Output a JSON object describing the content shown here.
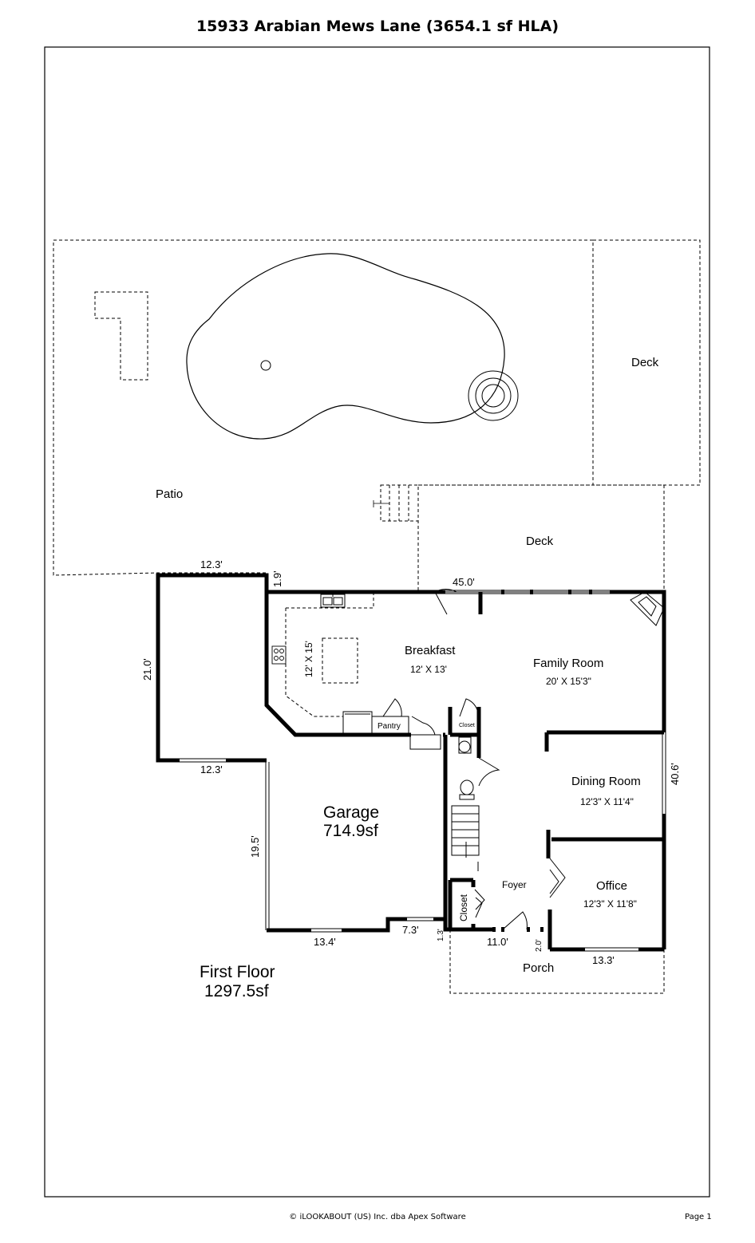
{
  "header": {
    "title": "15933 Arabian Mews Lane (3654.1 sf HLA)"
  },
  "rooms": {
    "patio": "Patio",
    "deck_right": "Deck",
    "deck_center": "Deck",
    "breakfast": "Breakfast",
    "breakfast_size": "12' X 13'",
    "breakfast_side_size": "12' X 15'",
    "family_room": "Family Room",
    "family_room_size": "20' X 15'3\"",
    "pantry": "Pantry",
    "closet_small": "Closet",
    "dining_room": "Dining Room",
    "dining_room_size": "12'3\" X 11'4\"",
    "garage": "Garage",
    "garage_area": "714.9sf",
    "foyer": "Foyer",
    "office": "Office",
    "office_size": "12'3\" X 11'8\"",
    "closet": "Closet",
    "porch": "Porch"
  },
  "dimensions": {
    "top_garage": "12.3'",
    "step_small": "1.9'",
    "width_main": "45.0'",
    "left_side": "21.0'",
    "garage_mid": "12.3'",
    "right_side": "40.6'",
    "garage_side": "19.5'",
    "garage_bottom": "13.4'",
    "garage_right": "7.3'",
    "small_step": "1.3'",
    "porch_width": "11.0'",
    "porch_depth": "2.0'",
    "office_bottom": "13.3'"
  },
  "floor": {
    "name": "First Floor",
    "area": "1297.5sf"
  },
  "footer": {
    "copyright": "© iLOOKABOUT (US) Inc. dba Apex Software",
    "page": "Page 1"
  }
}
